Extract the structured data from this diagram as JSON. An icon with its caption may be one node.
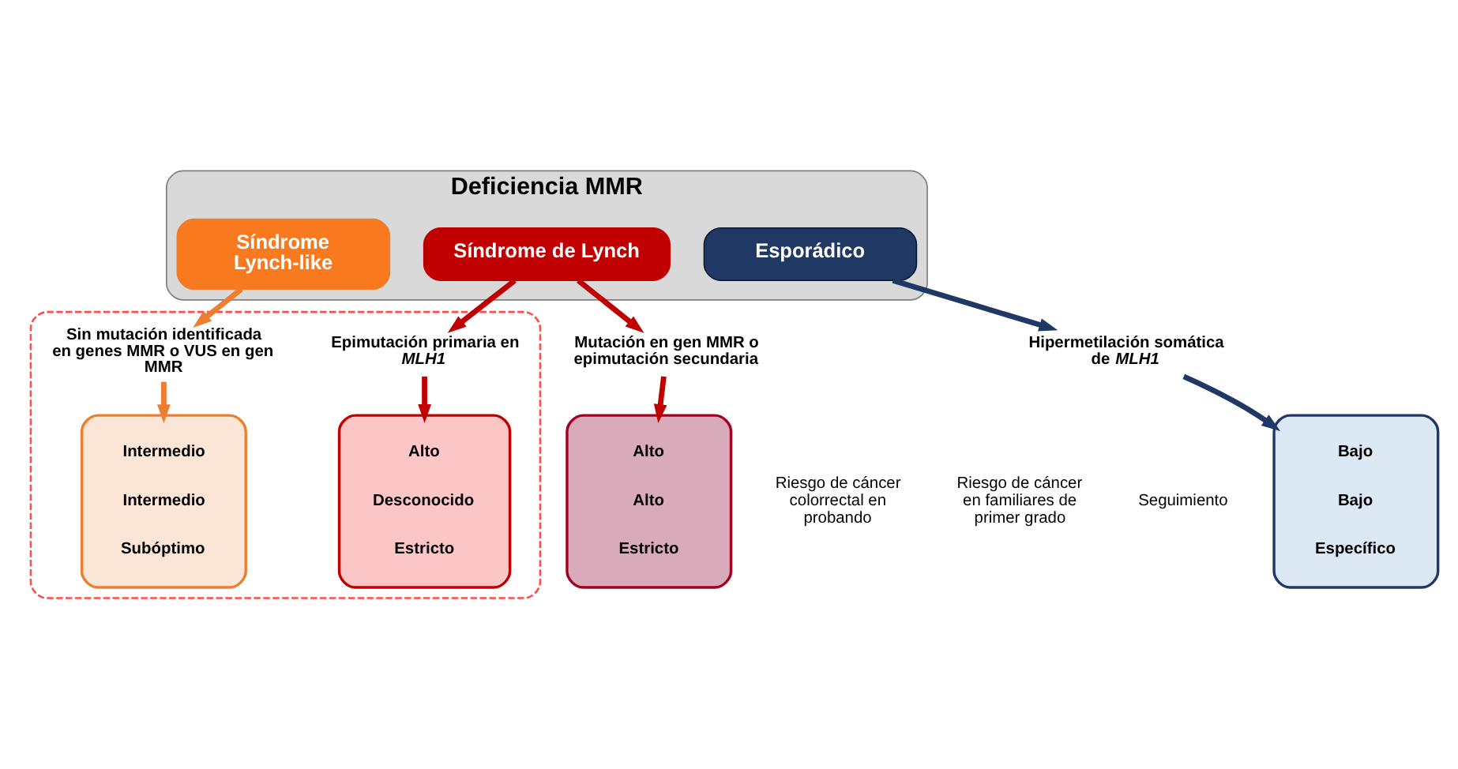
{
  "diagram": {
    "nodes": [
      {
        "text": [
          "Deficiencia MMR"
        ]
      },
      {
        "text": [
          "Síndrome de Lynch"
        ],
        "in": 0
      },
      {
        "text": [
          "Síndrome Lynch-like"
        ],
        "in": 0
      },
      {
        "text": [
          "Esporádico"
        ],
        "in": 0
      },
      {
        "text": [
          "Mutación en gen MMR o epimutación secundaria"
        ]
      },
      {
        "text": [],
        "shape": "box"
      },
      {
        "text": [
          "Epimutación primaria en *MLH1*"
        ],
        "in": 5
      },
      {
        "text": [
          "Sin mutación identificada en genes MMR o VUS en gen MMR"
        ],
        "in": 5
      },
      {
        "text": [
          "Hipermetilación somática de *MLH1*"
        ]
      },
      {
        "text": [
          "Alto",
          "Alto",
          "Estricto"
        ]
      },
      {
        "text": [
          "Alto",
          "Desconocido",
          "Estricto"
        ],
        "in": 5
      },
      {
        "text": [
          "Intermedio",
          "Intermedio",
          "Subóptimo"
        ],
        "in": 5
      },
      {
        "text": [
          "Bajo",
          "Bajo",
          "Específico"
        ]
      }
    ],
    "edges": [
      {
        "from": 1,
        "to": 4,
        "arrow": "to"
      },
      {
        "from": 1,
        "to": 6,
        "arrow": "to"
      },
      {
        "from": 2,
        "to": 7,
        "arrow": "to",
        "color": "#ed7d31"
      },
      {
        "from": 3,
        "to": 8,
        "arrow": "to",
        "color": "#1f3864"
      },
      {
        "from": 4,
        "to": 9,
        "arrow": "to"
      },
      {
        "from": 6,
        "to": 10,
        "arrow": "to"
      },
      {
        "from": 7,
        "to": 11,
        "arrow": "to",
        "color": "#ed7d31"
      },
      {
        "from": 8,
        "to": 12,
        "arrow": "to",
        "color": "#1f3864"
      }
    ],
    "labels": [
      "Riesgo de cáncer colorrectal en probando",
      "Riesgo de cáncer en familiares de primer grado",
      "Seguimiento"
    ]
  }
}
